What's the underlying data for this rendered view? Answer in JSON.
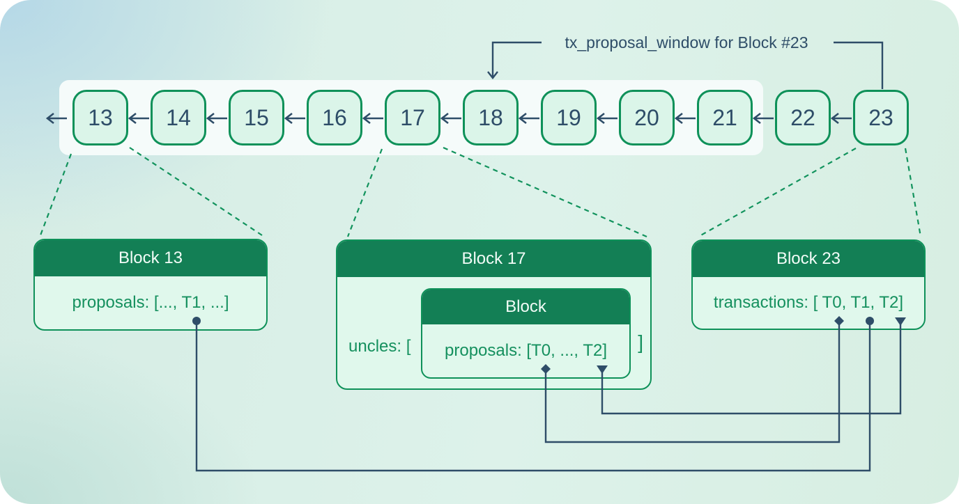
{
  "annotation": {
    "label": "tx_proposal_window for Block #23"
  },
  "chain": {
    "blocks": [
      "13",
      "14",
      "15",
      "16",
      "17",
      "18",
      "19",
      "20",
      "21",
      "22",
      "23"
    ]
  },
  "boxes": {
    "b13": {
      "title": "Block 13",
      "body": "proposals: [..., T1, ...]"
    },
    "b17": {
      "title": "Block 17",
      "uncles_prefix": "uncles: [",
      "uncles_suffix": "]",
      "inner": {
        "title": "Block",
        "body": "proposals: [T0, ..., T2]"
      }
    },
    "b23": {
      "title": "Block 23",
      "body": "transactions: [ T0, T1, T2]"
    }
  },
  "markers": {
    "t0": "diamond",
    "t1": "circle",
    "t2": "triangle"
  },
  "colors": {
    "line_navy": "#2e4d68",
    "green_border": "#0e9159",
    "green_text": "#15905e",
    "header_green": "#137f55",
    "chain_fill": "#dbf5e9",
    "detail_fill": "#e0f8ec",
    "window_band": "#f5fbfa",
    "bg_blue": "#b5d8e7",
    "bg_mint": "#ddf2ea"
  }
}
